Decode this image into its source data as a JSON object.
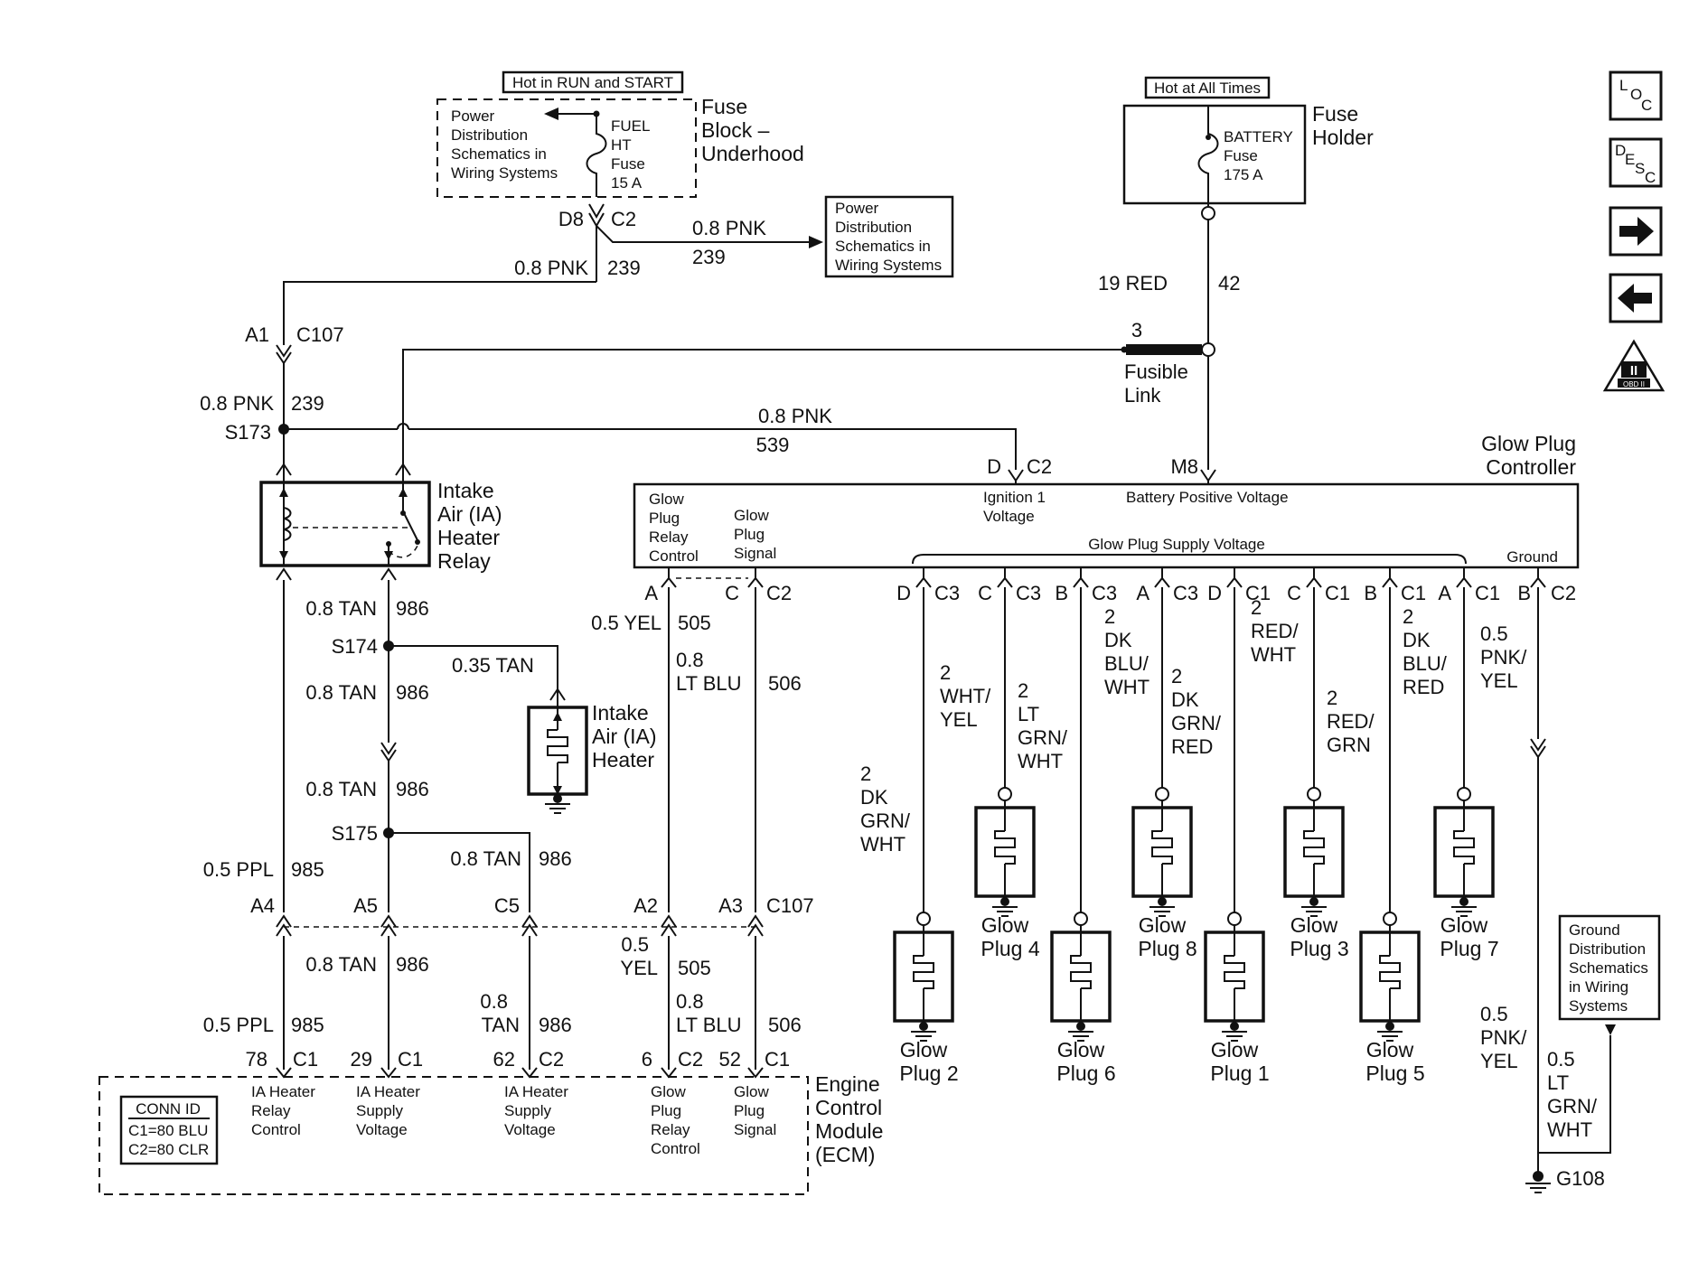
{
  "fuse_block": {
    "hot_label": "Hot in RUN and START",
    "ref_lines": [
      "Power",
      "Distribution",
      "Schematics in",
      "Wiring Systems"
    ],
    "fuse_lines": [
      "FUEL",
      "HT",
      "Fuse",
      "15 A"
    ],
    "name_lines": [
      "Fuse",
      "Block –",
      "Underhood"
    ],
    "terminal": "D8",
    "connector": "C2"
  },
  "fuse_holder": {
    "hot_label": "Hot at All Times",
    "fuse_lines": [
      "BATTERY",
      "Fuse",
      "175 A"
    ],
    "name_lines": [
      "Fuse",
      "Holder"
    ]
  },
  "power_ref": {
    "lines": [
      "Power",
      "Distribution",
      "Schematics in",
      "Wiring Systems"
    ],
    "wire_size": "0.8 PNK",
    "circuit": "239"
  },
  "ground_ref": {
    "lines": [
      "Ground",
      "Distribution",
      "Schematics",
      "in Wiring",
      "Systems"
    ]
  },
  "nav": {
    "loc": [
      "L",
      "O",
      "C"
    ],
    "desc": [
      "D",
      "E",
      "S",
      "C"
    ],
    "obd_top": "II",
    "obd_bottom": "OBD II"
  },
  "fusible_link": {
    "pin": "3",
    "lines": [
      "Fusible",
      "Link"
    ],
    "wire_size": "19 RED",
    "circuit": "42"
  },
  "feed": {
    "wire_size": "0.8 PNK",
    "circuit": "239",
    "c107_pin": "A1",
    "c107": "C107",
    "splice": "S173",
    "splice_wire": "0.8 PNK",
    "splice_circuit": "239"
  },
  "ign_wire": {
    "wire_size": "0.8 PNK",
    "circuit": "539",
    "pin": "D",
    "connector": "C2"
  },
  "batt_pin": "M8",
  "relay": {
    "lines": [
      "Intake",
      "Air (IA)",
      "Heater",
      "Relay"
    ]
  },
  "heater": {
    "lines": [
      "Intake",
      "Air (IA)",
      "Heater"
    ],
    "wire_size": "0.35 TAN"
  },
  "controller": {
    "name_lines": [
      "Glow Plug",
      "Controller"
    ],
    "relay_ctrl": [
      "Glow",
      "Plug",
      "Relay",
      "Control"
    ],
    "signal": [
      "Glow",
      "Plug",
      "Signal"
    ],
    "ign_voltage": [
      "Ignition 1",
      "Voltage"
    ],
    "batt_voltage": "Battery Positive Voltage",
    "supply_voltage": "Glow Plug Supply Voltage",
    "ground": "Ground"
  },
  "circuits": {
    "tan_986": "0.8 TAN",
    "num_986": "986",
    "s174": "S174",
    "s175": "S175",
    "ppl_985": "0.5 PPL",
    "num_985": "985",
    "tan_986_b": "0.8 TAN",
    "tan_986_c": "0.8 TAN",
    "tan_986_d": "0.8 TAN",
    "tan_986_e": "0.8 TAN",
    "tan_986_f": [
      "0.8",
      "TAN"
    ],
    "yel_505": "0.5 YEL",
    "yel_505_b": [
      "0.5",
      "YEL"
    ],
    "num_505": "505",
    "ltblu_506": [
      "0.8",
      "LT BLU"
    ],
    "num_506": "506",
    "ppl_985_b": "0.5 PPL"
  },
  "ctrl_pins": {
    "a": "A",
    "a_conn": "C",
    "c2": "C2"
  },
  "c107_row": {
    "a4": "A4",
    "a5": "A5",
    "c5": "C5",
    "a2": "A2",
    "a3": "A3",
    "c107": "C107"
  },
  "ecm": {
    "name_lines": [
      "Engine",
      "Control",
      "Module",
      "(ECM)"
    ],
    "conn_id": "CONN ID",
    "c1": "C1=80 BLU",
    "c2": "C2=80 CLR",
    "p78": "78",
    "c1a": "C1",
    "p29": "29",
    "c1b": "C1",
    "p62": "62",
    "c2a": "C2",
    "p6": "6",
    "c2b": "C2",
    "p52": "52",
    "c1c": "C1",
    "desc_relay": [
      "IA Heater",
      "Relay",
      "Control"
    ],
    "desc_supply1": [
      "IA Heater",
      "Supply",
      "Voltage"
    ],
    "desc_supply2": [
      "IA Heater",
      "Supply",
      "Voltage"
    ],
    "desc_gp_relay": [
      "Glow",
      "Plug",
      "Relay",
      "Control"
    ],
    "desc_gp_signal": [
      "Glow",
      "Plug",
      "Signal"
    ]
  },
  "glow_plugs": [
    {
      "pin": "D",
      "conn": "C3",
      "wire": [
        "2",
        "DK",
        "GRN/",
        "WHT"
      ],
      "name": [
        "Glow",
        "Plug 2"
      ]
    },
    {
      "pin": "C",
      "conn": "C3",
      "wire": [
        "2",
        "WHT/",
        "YEL"
      ],
      "name": [
        "Glow",
        "Plug 4"
      ]
    },
    {
      "pin": "B",
      "conn": "C3",
      "wire": [
        "2",
        "LT",
        "GRN/",
        "WHT"
      ],
      "name": [
        "Glow",
        "Plug 6"
      ]
    },
    {
      "pin": "A",
      "conn": "C3",
      "wire": [
        "2",
        "DK",
        "BLU/",
        "WHT"
      ],
      "name": [
        "Glow",
        "Plug 8"
      ]
    },
    {
      "pin": "D",
      "conn": "C1",
      "wire": [
        "2",
        "DK",
        "GRN/",
        "RED"
      ],
      "name": [
        "Glow",
        "Plug 1"
      ]
    },
    {
      "pin": "C",
      "conn": "C1",
      "wire": [
        "2",
        "RED/",
        "WHT"
      ],
      "name": [
        "Glow",
        "Plug 3"
      ]
    },
    {
      "pin": "B",
      "conn": "C1",
      "wire": [
        "2",
        "RED/",
        "GRN"
      ],
      "name": [
        "Glow",
        "Plug 5"
      ]
    },
    {
      "pin": "A",
      "conn": "C1",
      "wire": [
        "2",
        "DK",
        "BLU/",
        "RED"
      ],
      "name": [
        "Glow",
        "Plug 7"
      ]
    }
  ],
  "ground": {
    "pin": "B",
    "conn": "C2",
    "wire1": [
      "0.5",
      "PNK/",
      "YEL"
    ],
    "wire2": [
      "0.5",
      "PNK/",
      "YEL"
    ],
    "wire3": [
      "0.5",
      "LT",
      "GRN/",
      "WHT"
    ],
    "g108": "G108"
  }
}
